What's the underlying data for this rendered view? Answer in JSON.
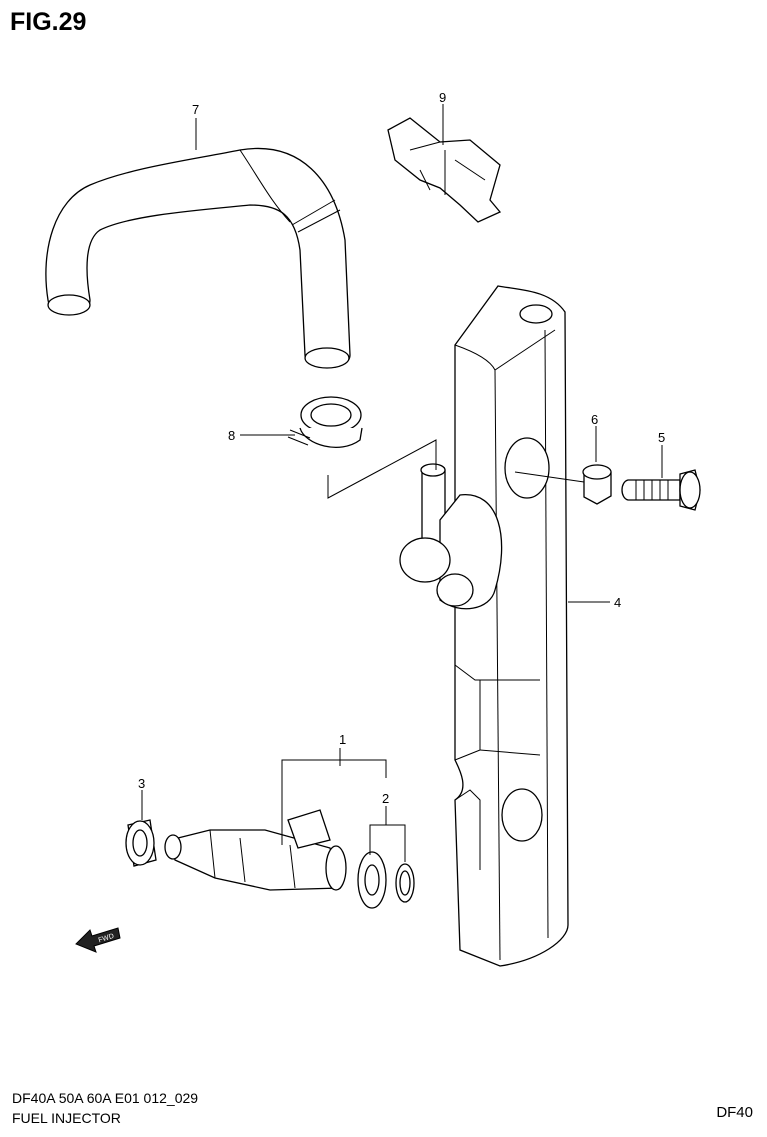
{
  "figure": {
    "title": "FIG.29",
    "footer_model": "DF40A 50A 60A E01 012_029",
    "footer_name": "FUEL INJECTOR",
    "footer_code": "DF40"
  },
  "callouts": [
    "1",
    "2",
    "3",
    "4",
    "5",
    "6",
    "7",
    "8",
    "9"
  ],
  "direction_arrow_label": "FWD"
}
